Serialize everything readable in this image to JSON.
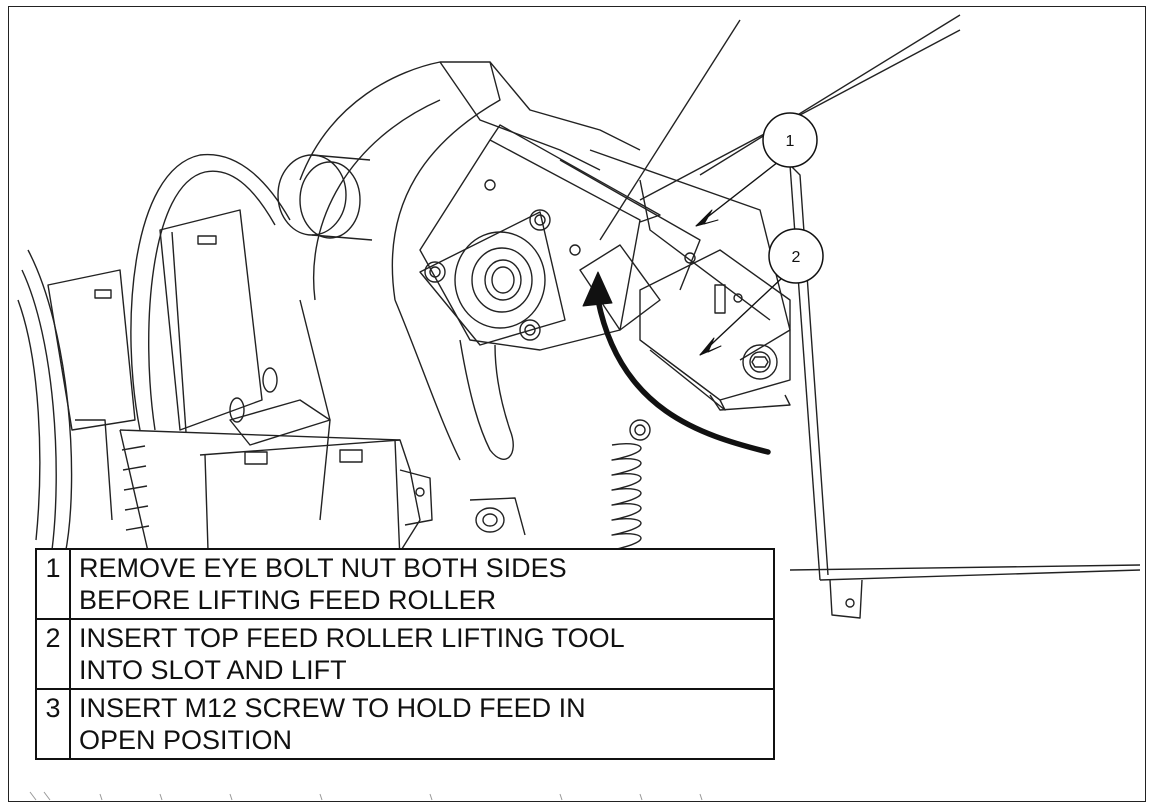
{
  "callouts": [
    {
      "number": "1"
    },
    {
      "number": "2"
    }
  ],
  "legend": [
    {
      "number": "1",
      "text_line1": "REMOVE EYE BOLT NUT BOTH SIDES",
      "text_line2": "BEFORE LIFTING FEED ROLLER"
    },
    {
      "number": "2",
      "text_line1": "INSERT TOP FEED ROLLER LIFTING TOOL",
      "text_line2": "INTO SLOT AND LIFT"
    },
    {
      "number": "3",
      "text_line1": "INSERT M12 SCREW TO HOLD FEED IN",
      "text_line2": "OPEN POSITION"
    }
  ],
  "colors": {
    "line": "#222222",
    "arrow": "#111111",
    "background": "#ffffff"
  }
}
